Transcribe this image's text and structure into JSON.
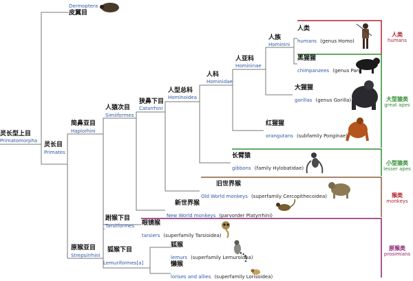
{
  "nodes": {
    "primatomorpha": {
      "zh": "灵长型上目",
      "lat": "Primatomorpha"
    },
    "dermoptera": {
      "zh": "皮翼目",
      "lat": "Dermoptera"
    },
    "primates": {
      "zh": "灵长目",
      "lat": "Primates"
    },
    "haplorhini": {
      "zh": "简鼻亚目",
      "lat": "Haplorhini"
    },
    "strepsirrhini": {
      "zh": "原猴亚目",
      "lat": "Strepsirrhini"
    },
    "simiiformes": {
      "zh": "人猿次目",
      "lat": "Simiiformes"
    },
    "tarsiiformes": {
      "zh": "跗猴下目",
      "lat": "Tarsiiformes"
    },
    "lemuriformes": {
      "zh": "狐猴下目",
      "lat": "Lemuriformes",
      "note": "[a]"
    },
    "catarrhini": {
      "zh": "狭鼻下目",
      "lat": "Catarrhini"
    },
    "hominoidea": {
      "zh": "人型总科",
      "lat": "Hominoidea"
    },
    "hominidae": {
      "zh": "人科",
      "lat": "Hominidae"
    },
    "homininae": {
      "zh": "人亚科",
      "lat": "Homininae"
    },
    "hominini": {
      "zh": "人族",
      "lat": "Hominini"
    }
  },
  "leaves": {
    "humans": {
      "zh": "人类",
      "lat": "humans",
      "note": "(genus Homo)"
    },
    "chimpanzees": {
      "zh": "黑猩猩",
      "lat": "chimpanzees",
      "note": "(genus Pan)"
    },
    "gorillas": {
      "zh": "大猩猩",
      "lat": "gorillas",
      "note": "(genus Gorilla)"
    },
    "orangutans": {
      "zh": "红猩猩",
      "lat": "orangutans",
      "note": "(subfamily Ponginae)"
    },
    "gibbons": {
      "zh": "长臂猿",
      "lat": "gibbons",
      "note": "(family Hylobatidae)"
    },
    "old_world_monkeys": {
      "zh": "旧世界猴",
      "lat": "Old World monkeys",
      "note": "(superfamily Cercopithecoidea)"
    },
    "new_world_monkeys": {
      "zh": "新世界猴",
      "lat": "New World monkeys",
      "note": "(parvorder Platyrrhini)"
    },
    "tarsiers": {
      "zh": "眼镜猴",
      "lat": "tarsiers",
      "note": "(superfamily Tarsioidea)"
    },
    "lemurs": {
      "zh": "狐猴",
      "lat": "lemurs",
      "note": "(superfamily Lemuroidea)"
    },
    "lorises": {
      "zh": "懒猴",
      "lat": "lorises and allies",
      "note": "(superfamily Lorisoidea)"
    }
  },
  "groups": {
    "humans": {
      "zh": "人类",
      "en": "humans",
      "color": "#b0202a"
    },
    "great_apes": {
      "zh": "大型猿类",
      "en": "great apes",
      "color": "#2e8b2e"
    },
    "lesser_apes": {
      "zh": "小型猿类",
      "en": "lesser apes",
      "color": "#2e8b2e"
    },
    "monkeys": {
      "zh": "猴类",
      "en": "monkeys",
      "color": "#b0202a"
    },
    "prosimians": {
      "zh": "原猴类",
      "en": "prosimians",
      "color": "#8a1f6e"
    }
  },
  "colors": {
    "line": "#666666",
    "latin": "#2b56a6",
    "humans": "#b0202a",
    "apes": "#2e8b2e",
    "monkeys": "#b0202a",
    "prosimians": "#8a1f6e"
  }
}
